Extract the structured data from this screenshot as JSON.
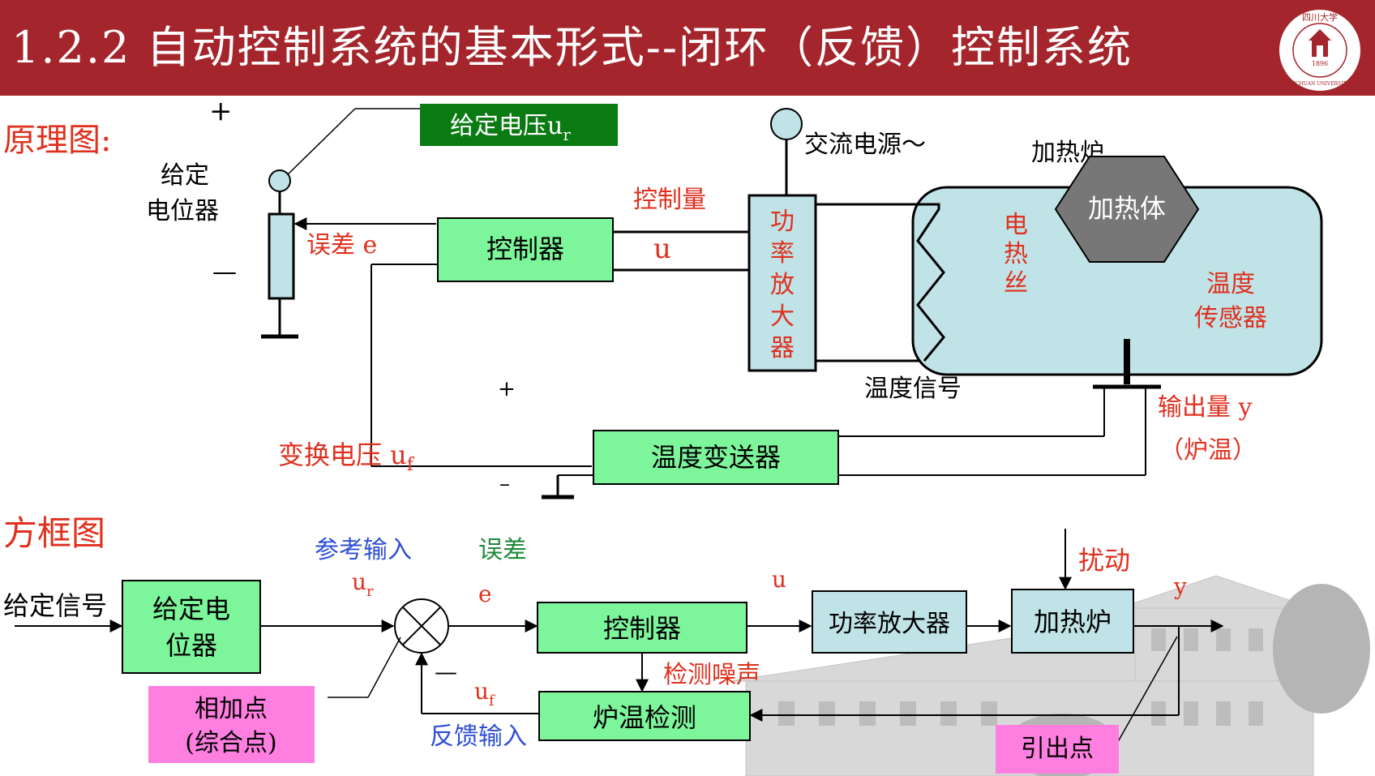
{
  "header": {
    "title": "1.2.2 自动控制系统的基本形式--闭环（反馈）控制系统",
    "logo": {
      "top": "四川大学",
      "year": "1896",
      "bottom": "SICHUAN UNIVERSITY"
    }
  },
  "colors": {
    "header_bg": "#a4252b",
    "green_box": "#7cf59b",
    "blue_box": "#bfe3e6",
    "pink_box": "#ff7fe0",
    "dark_green": "#0a7a12",
    "red_text": "#e0301e",
    "blue_text": "#2f4fd6",
    "gray_hex": "#777777"
  },
  "principle": {
    "heading": "原理图:",
    "ref_voltage": {
      "main": "给定电压u",
      "sub": "r"
    },
    "pot_label": [
      "给定",
      "电位器"
    ],
    "plus": "+",
    "minus": "—",
    "error_label": "误差  e",
    "controller": "控制器",
    "control_qty": "控制量",
    "u": "u",
    "power_amp": [
      "功",
      "率",
      "放",
      "大",
      "器"
    ],
    "ac_source": "交流电源～",
    "furnace_label": "加热炉",
    "heater_body": "加热体",
    "heating_wire": [
      "电",
      "热",
      "丝"
    ],
    "temp_sensor": [
      "温度",
      "传感器"
    ],
    "temp_signal": "温度信号",
    "output": "输出量  y",
    "output_sub": "（炉温）",
    "transmitter": "温度变送器",
    "conv_voltage": {
      "main": "变换电压  u",
      "sub": "f"
    },
    "fb_plus": "+",
    "fb_minus": "–"
  },
  "block": {
    "heading": "方框图",
    "given_signal": "给定信号",
    "pot_box": [
      "给定电",
      "位器"
    ],
    "ref_input": "参考输入",
    "ur": {
      "main": "u",
      "sub": "r"
    },
    "error_word": "误差",
    "e": "e",
    "u": "u",
    "controller": "控制器",
    "power_amp": "功率放大器",
    "furnace": "加热炉",
    "disturbance": "扰动",
    "y": "y",
    "noise": "检测噪声",
    "uf": {
      "main": "u",
      "sub": "f"
    },
    "minus": "—",
    "detector": "炉温检测",
    "fb_input": "反馈输入",
    "sum_point": [
      "相加点",
      "(综合点)"
    ],
    "takeoff": "引出点"
  }
}
